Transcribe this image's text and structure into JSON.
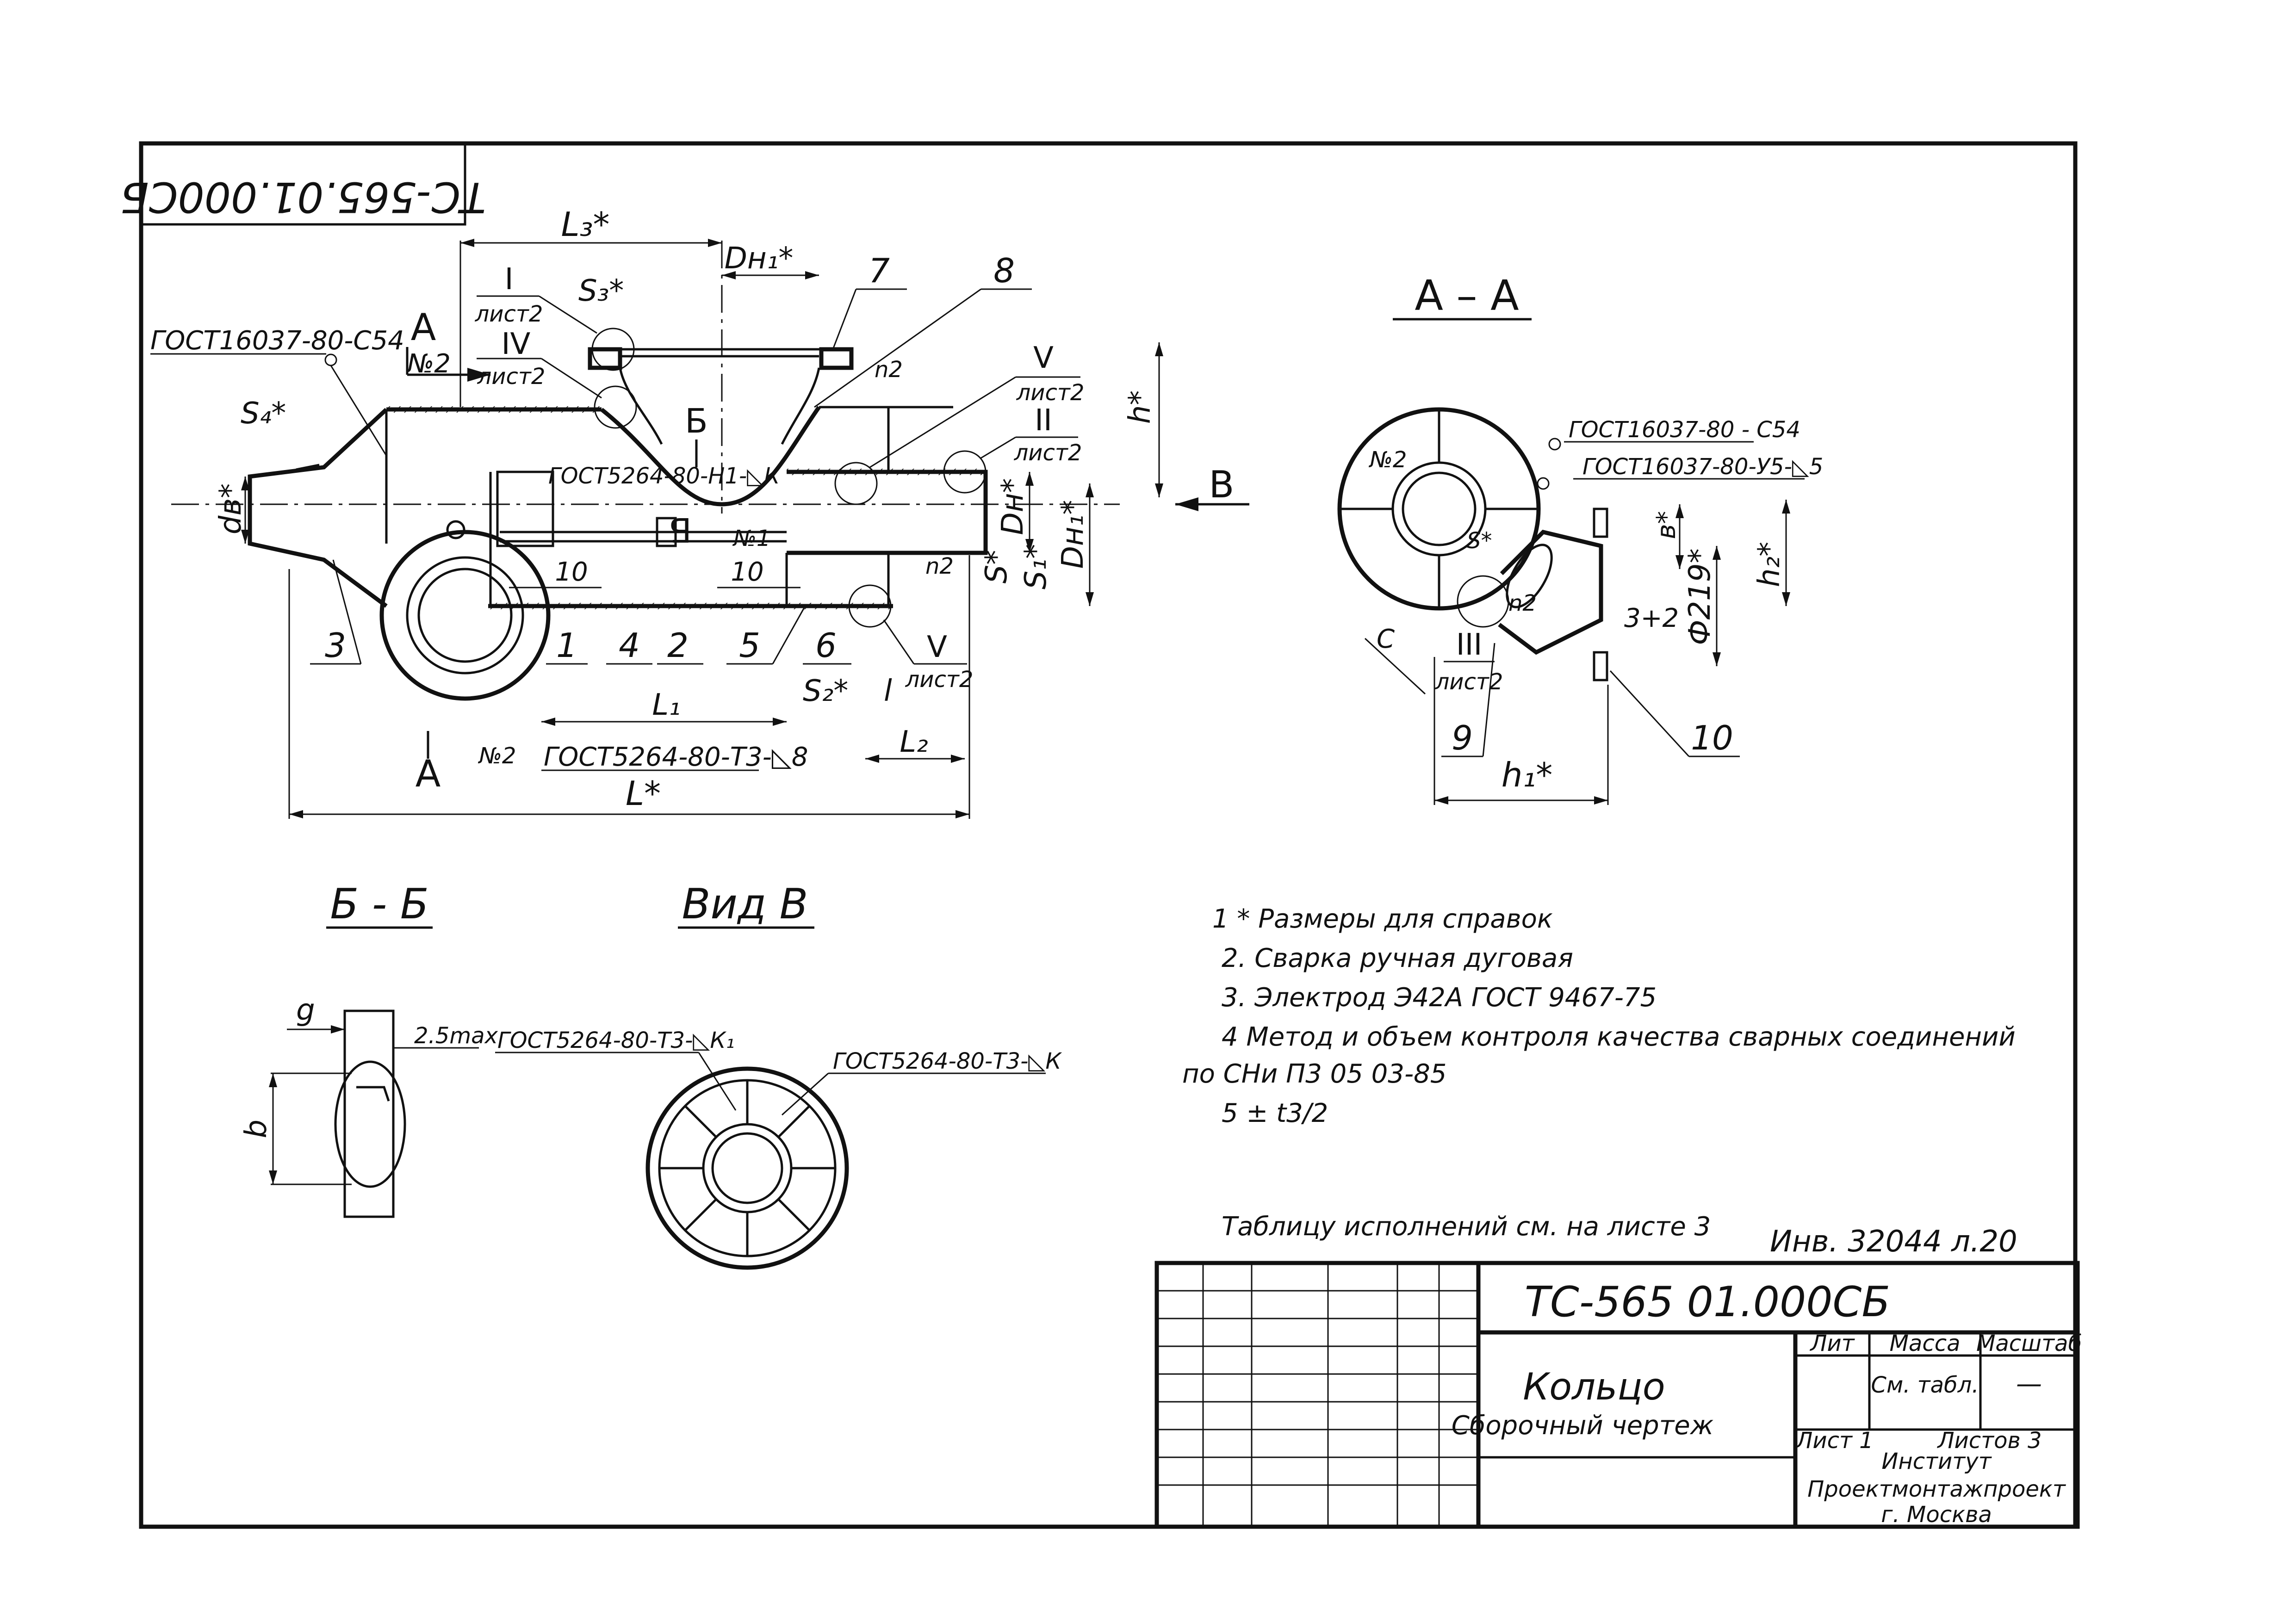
{
  "stamp_code": "ТС-565.01.000СБ",
  "top_view": {
    "dims": {
      "L3": "L₃*",
      "Dn1": "Dн₁*",
      "S3": "S₃*",
      "S4": "S₄*",
      "db": "dв*",
      "h": "h*",
      "Dn": "Dн*",
      "Dn1_v": "Dн₁*",
      "S": "S*",
      "S1": "S₁*",
      "S2": "S₂*",
      "l": "l",
      "L1": "L₁",
      "L2": "L₂",
      "L": "L*",
      "ten_a": "10",
      "ten_b": "10"
    },
    "section_mark": "А",
    "section_mark_bottom": "А",
    "section_b_mark": "Б",
    "section_b_mark2": "Б",
    "view_arrow": "В",
    "gost_left": "ГОСТ16037-80-С54",
    "gost_mid": "ГОСТ5264-80-Н1-◺К",
    "gost_bottom": "ГОСТ5264-80-Т3-◺8",
    "num2_a": "№2",
    "num2_b": "№2",
    "num2_c": "n2",
    "num2_d": "n2",
    "num1": "№1",
    "callouts": [
      {
        "roman": "I",
        "sheet": "лист2"
      },
      {
        "roman": "IV",
        "sheet": "лист2"
      },
      {
        "roman": "V",
        "sheet": "лист2"
      },
      {
        "roman": "II",
        "sheet": "лист2"
      },
      {
        "roman": "V",
        "sheet": "лист2"
      }
    ],
    "positions": [
      "7",
      "8",
      "3",
      "1",
      "4",
      "2",
      "5",
      "6"
    ]
  },
  "section_aa": {
    "title": "А – А",
    "gost_a": "ГОСТ16037-80 - С54",
    "gost_b": "ГОСТ16037-80-У5-◺5",
    "num2": "№2",
    "n2": "n2",
    "s_label": "S*",
    "c_label": "С",
    "roman": "III",
    "sheet": "лист2",
    "b_label": "в*",
    "h2": "h₂*",
    "phi": "Ф219*",
    "gap": "3+2",
    "h1": "h₁*",
    "pos9": "9",
    "pos10": "10"
  },
  "section_bb": {
    "title": "Б - Б",
    "g": "g",
    "b": "b",
    "tol": "2.5max"
  },
  "view_b": {
    "title": "Вид В",
    "gost_left": "ГОСТ5264-80-Т3-◺К₁",
    "gost_right": "ГОСТ5264-80-Т3-◺К"
  },
  "notes": [
    "1 * Размеры для справок",
    "2. Сварка ручная дуговая",
    "3. Электрод Э42А ГОСТ 9467-75",
    "4 Метод и объем контроля качества сварных соединений",
    "по СНи П3 05 03-85",
    "5 ± t3/2"
  ],
  "table_note": "Таблицу исполнений см. на листе 3",
  "inventory": "Инв. 32044 л.20",
  "title_block": {
    "code": "ТС-565 01.000СБ",
    "name": "Кольцо",
    "subtitle": "Сборочный чертеж",
    "col_lit": "Лит",
    "col_mass": "Масса",
    "col_scale": "Масштаб",
    "mass_value": "См. табл.",
    "scale_value": "—",
    "sheet_label": "Лист 1",
    "sheets_total": "Листов 3",
    "org_lines": [
      "Институт",
      "Проектмонтажпроект",
      "г. Москва"
    ]
  }
}
